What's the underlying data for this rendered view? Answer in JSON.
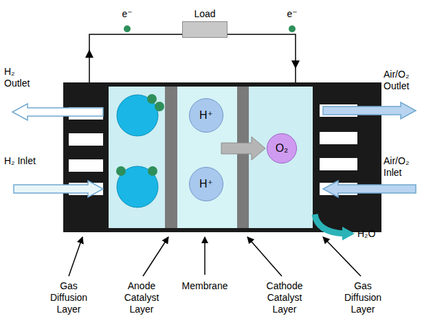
{
  "diagram": {
    "nodes": [
      {
        "text": [
          "Load"
        ]
      },
      {
        "text": [
          "H⁺"
        ]
      },
      {
        "text": [
          "H⁺"
        ]
      },
      {
        "text": [
          "O₂"
        ]
      }
    ],
    "labels": [
      "e⁻",
      "e⁻",
      "H₂ Outlet",
      "H₂ Inlet",
      "Air/O₂ Outlet",
      "Air/O₂ Inlet",
      "H₂O",
      "Gas Diffusion Layer",
      "Anode Catalyst Layer",
      "Membrane",
      "Cathode Catalyst Layer",
      "Gas Diffusion Layer"
    ]
  }
}
